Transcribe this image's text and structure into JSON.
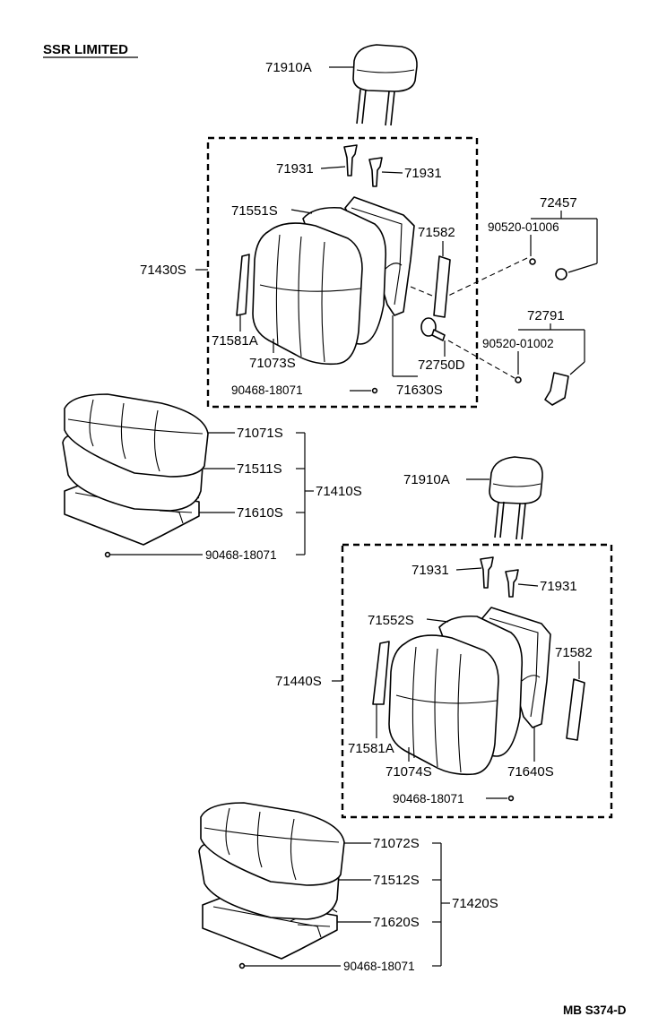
{
  "header": {
    "title": "SSR LIMITED"
  },
  "footer": {
    "code": "MB S374-D"
  },
  "labels": {
    "headrest_upper": "71910A",
    "guide_upper_left": "71931",
    "guide_upper_right": "71931",
    "back_cover_upper": "71551S",
    "back_assy_upper": "71430S",
    "back_pad_upper": "71582",
    "side_pad_upper": "71581A",
    "back_sub_upper": "71073S",
    "knob": "72750D",
    "back_frame_upper": "71630S",
    "hog_ring_upper": "90468-18071",
    "set_72457": "72457",
    "screw_72457": "90520-01006",
    "set_72791": "72791",
    "screw_72791": "90520-01002",
    "cushion_sub_upper": "71071S",
    "cushion_pad_upper": "71511S",
    "cushion_assy_upper": "71410S",
    "cushion_frame_upper": "71610S",
    "hog_ring_cushion_upper": "90468-18071",
    "headrest_lower": "71910A",
    "guide_lower_left": "71931",
    "guide_lower_right": "71931",
    "back_cover_lower": "71552S",
    "back_assy_lower": "71440S",
    "back_pad_lower": "71582",
    "side_pad_lower": "71581A",
    "back_sub_lower": "71074S",
    "back_frame_lower": "71640S",
    "hog_ring_lower": "90468-18071",
    "cushion_sub_lower": "71072S",
    "cushion_pad_lower": "71512S",
    "cushion_assy_lower": "71420S",
    "cushion_frame_lower": "71620S",
    "hog_ring_cushion_lower": "90468-18071"
  }
}
